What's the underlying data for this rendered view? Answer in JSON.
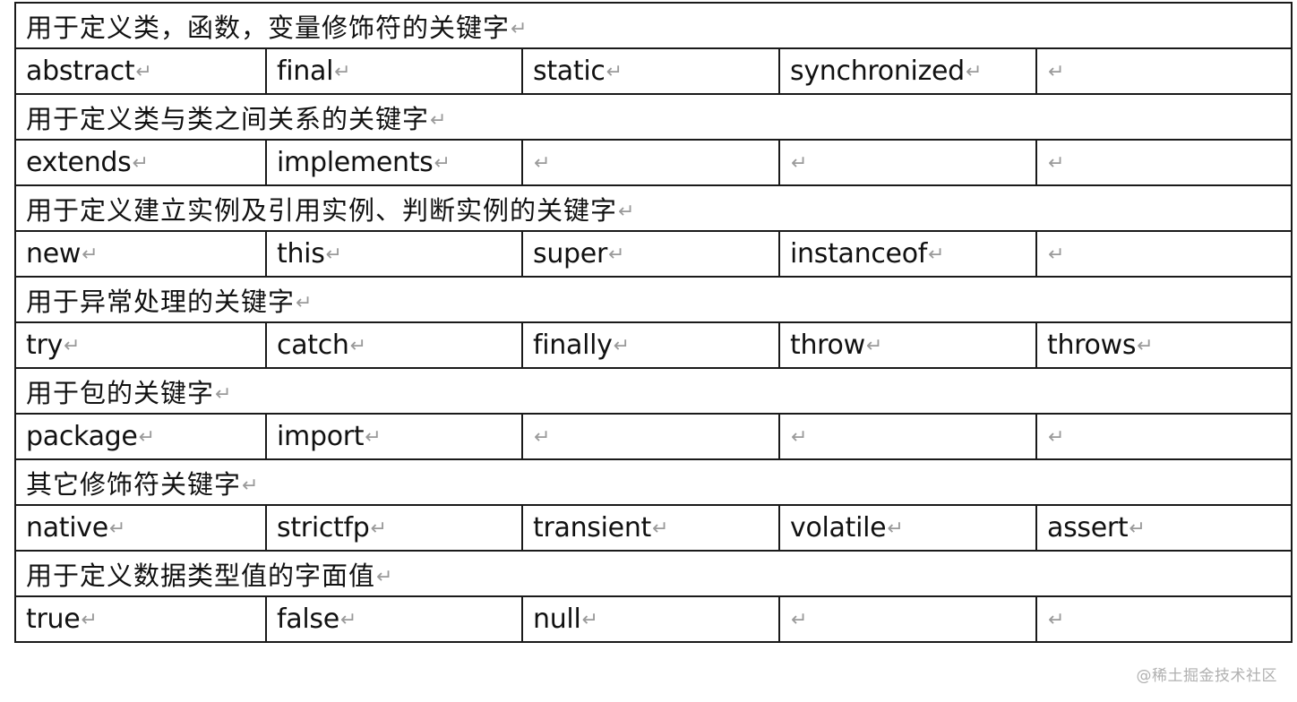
{
  "paragraph_mark": "↵",
  "watermark": "@稀土掘金技术社区",
  "sections": [
    {
      "title": "用于定义类，函数，变量修饰符的关键字",
      "keywords": [
        "abstract",
        "final",
        "static",
        "synchronized",
        ""
      ]
    },
    {
      "title": "用于定义类与类之间关系的关键字",
      "keywords": [
        "extends",
        "implements",
        "",
        "",
        ""
      ]
    },
    {
      "title": "用于定义建立实例及引用实例、判断实例的关键字",
      "keywords": [
        "new",
        "this",
        "super",
        "instanceof",
        ""
      ]
    },
    {
      "title": "用于异常处理的关键字",
      "keywords": [
        "try",
        "catch",
        "finally",
        "throw",
        "throws"
      ]
    },
    {
      "title": "用于包的关键字",
      "keywords": [
        "package",
        "import",
        "",
        "",
        ""
      ]
    },
    {
      "title": "其它修饰符关键字",
      "keywords": [
        "native",
        "strictfp",
        "transient",
        "volatile",
        "assert"
      ]
    },
    {
      "title": "用于定义数据类型值的字面值",
      "keywords": [
        "true",
        "false",
        "null",
        "",
        ""
      ]
    }
  ]
}
